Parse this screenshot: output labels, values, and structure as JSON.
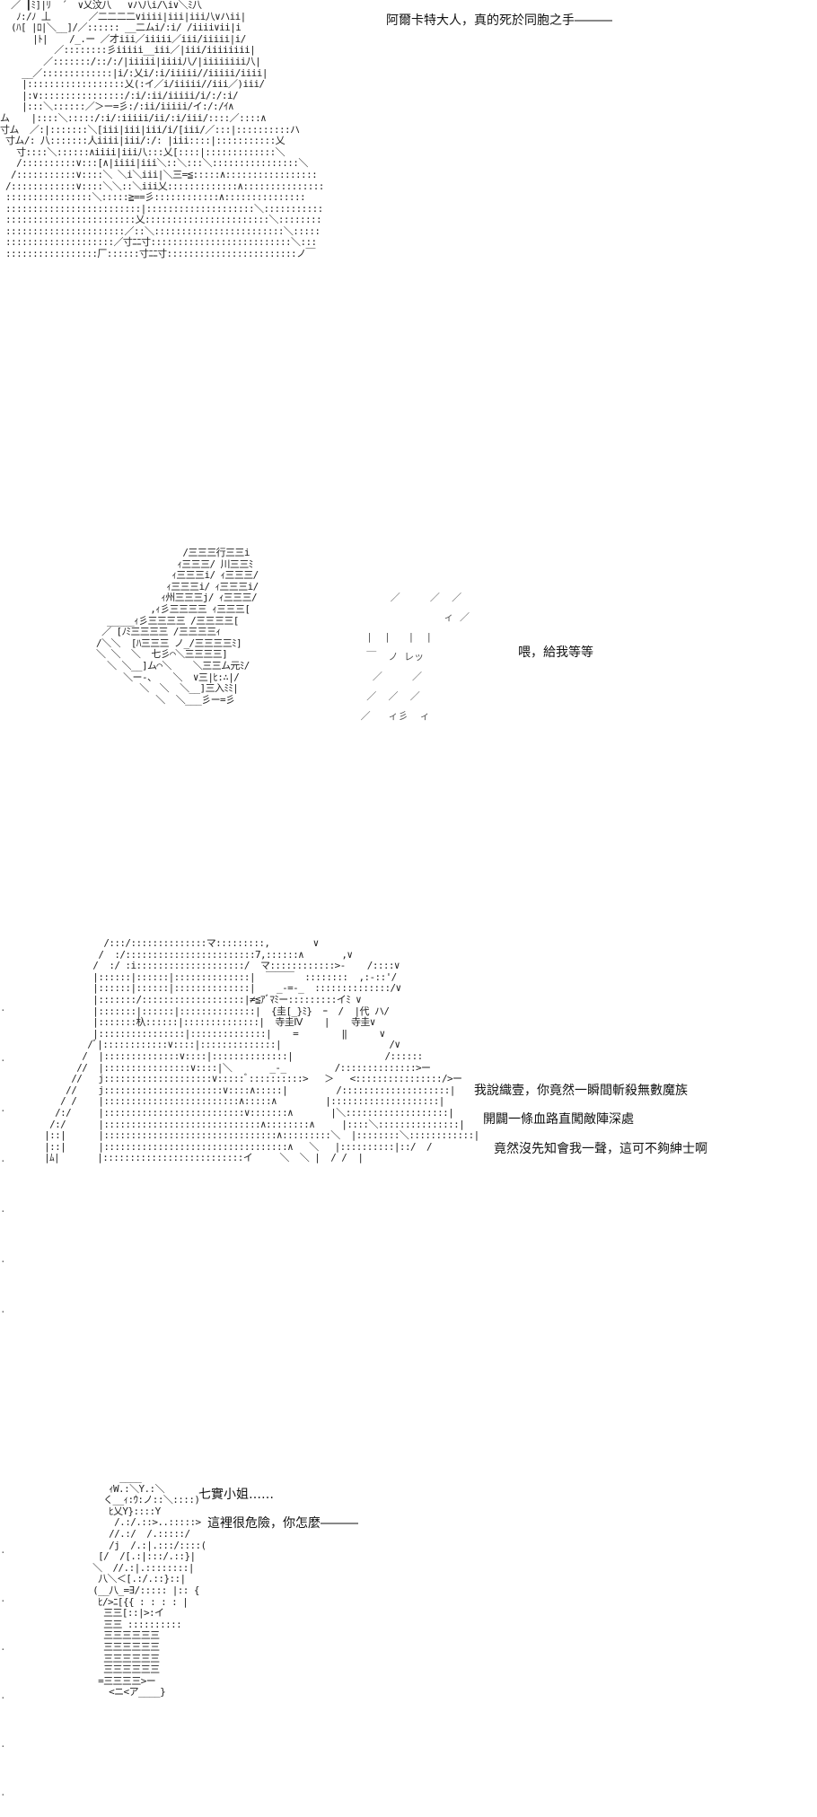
{
  "panels": [
    {
      "art": "  ／ ┃ﾐ]|ﾘ  ´  ∨乂汶八   ∨ハ八i/\\i∨＼ﾐ八\n   ﾉ:/ﾉ 丄       ／二二二二∨iiii|iii|iii八∨ハii|\n  (ﾊ[ |ﾛ|＼__]/／:::::: __二ムi/:i/ /iiii∨ii|i\n      |ﾄ|    /_.ー ／才iii／iiiii／iii/iiiii|i/\n          ／::::::::彡iiiii__iii／|iii/iiiiiiii|\n        ／:::::::/::/:/|iiiii|iiii八/|iiiiiiii八|\n    __／:::::::::::::|i/:乂i/:i/iiiii//iiiii/iiii|\n    |::::::::::::::::::乂(:イ／i/iiiii//iii／)iii/\n    |:∨::::::::::::::::/:i/:ii/iiiii/i/:/:i/\n    |:::＼::::::／＞ー=彡:/:ii/iiiii/イ:/:/ｲ∧\nム    |::::＼:::::/:i/:iiiii/ii/:i/iii/::::／::::∧\n寸ム  ／:|:::::::＼[iii|iii|iii/i/[iii/／:::|::::::::::ハ\n 寸ム/: 八:::::::人iiii|iii/:/: |iii::::|:::::::::::乂\n   寸::::＼::::::∧iiii|iii八:::乂[::::|:::::::::::::＼\n   /::::::::::∨:::[∧|iiii|iii＼::＼:::＼::::::::::::::::＼\n  /:::::::::::∨::::＼ ＼i＼iii|＼三=≦:::::∧:::::::::::::::::\n /::::::::::::∨::::＼＼::＼iii乂:::::::::::::∧:::::::::::::::\n ::::::::::::::::＼:::::≧==彡::::::::::::∧:::::::::::::::\n :::::::::::::::::::::::::|::::::::::::::::::::＼:::::::::::\n ::::::::::::::::::::::::乂:::::::::::::::::::::::＼::::::::\n ::::::::::::::::::::::／::＼::::::::::::::::::::::::＼:::::\n ::::::::::::::::::::／寸ﾆﾆ寸::::::::::::::::::::::::::＼:::\n :::::::::::::::::厂::::::寸ﾆﾆ寸::::::::::::::::::::::::ノ￣",
      "lines": [
        "阿爾卡特大人，真的死於同胞之手―――"
      ]
    },
    {
      "art": "                  /三三三行三三i\n                 ｨ三三三/ 川三三ﾐ\n                ｨ三三三i/ ｨ三三三/\n               ｨ三三三i/ ｨ三三三i/\n              ｨ州三三三j/ ｨ三三三/\n            ,ｨ彡三三三三 ｨ三三三[\n    _____ｨ彡三三三三 /三三三三[\n   ／ [ﾉﾐ三三三三 /三三三三ｨ\n  /＼＼  [ﾊ三三三 ノ_/三三三三ﾐ]\n  ＼ ＼  ＼  七彡⌒＼三三三三]\n    ＼ ＼__]ム⌒＼    ＼三三ム元ﾐ/\n       ＼ー-、   ＼  ∨三|ﾋ:∴|/\n          ＼  ＼  ＼__]三入ﾐﾐ|\n             ＼  ＼___彡ー=彡",
      "side": "      ／     ／  ／\n               ィ ／\n  |  |   |  |\n  ￣  ノ レッ\n   ／     ／\n  ／  ／  ／\n ／   ィ彡  ィ",
      "lines": [
        "喂，給我等等"
      ]
    },
    {
      "art": "               /:::/::::::::::::::マ:::::::::,        ∨\n              /  :/::::::::::::::::::::::::7,::::::∧       ,∨\n             /  :/ :i::::::::::::::::::::/  マ::::::::::::>-    /::::∨\n             |::::::|::::::|::::::::::::::|  ￣￣￣  ::::::::  ,:-::'/\n             |::::::|::::::|::::::::::::::|    _-=-_  ::::::::::::::/∨\n             |:::::::/:::::::::::::::::::|≠≦ｱﾞﾏﾐー:::::::::イﾐ ∨\n             |:::::::|::::::|::::::::::::::|  {圭[_}ﾐ}  ｰ  /  |代 ハ/\n             |:::::::杁::::::|::::::::::::::|  寺圭Ⅳ    |    寺圭∨\n             |::::::::::::::::|::::::::::::::|    =        ‖      ∨\n            /ﾞ|::::::::::::∨::::|::::::::::::::|                    /∨\n           /  |::::::::::::::∨::::|::::::::::::::|                 /::::::\n          //  |::::::::::::::::∨::::|＼       _-_         /::::::::::::::>ー\n         //   j::::::::::::::::::::∨:::::ﾞ::::::::::>   ＞   <::::::::::::::::/>ー\n        //    j::::::::::::::::::::::∨::::∧:::::|         /::::::::::::::::::::|\n       / /    |:::::::::::::::::::::::::∧:::::∧         |::::::::::::::::::::|\n      /:/     |::::::::::::::::::::::::::∨:::::::∧       |＼:::::::::::::::::::|\n     /:/      |:::::::::::::::::::::::::::::∧::::::::∧     |::::＼:::::::::::::::|\n    |::|      |::::::::::::::::::::::::::::::::∧:::::::::＼  |::::::::＼::::::::::::|\n    |::|      |::::::::::::::::::::::::::::::::::∧   ＼   |::::::::::|::/  /\n    |ﾑ|       |::::::::::::::::::::::::::イ     ＼  ＼ |  / /  |",
      "lines": [
        "我說織壹，你竟然一瞬間斬殺無數魔族",
        "開闢一條血路直闖敵陣深處",
        "竟然沒先知會我一聲，這可不夠紳士啊"
      ]
    },
    {
      "art": "        ____\n      ｨW.:＼Y.:＼\n     く__ｨ:ｳ:ノ::＼::::)\n      ﾋ乂Y}::::Y\n       /.:/.::>..:::::>\n      //.:/  /.:::::/\n      /j  /.:|.:::/::::(\n    [/  /[.:|:::/.::}|\n   ＼  //.:|.::::::::|\n    八＼＜[.:/.::}::|\n   (__八_=∃/::::: |:: {\n    ﾋ/>ﾆ[{{ : : : : |\n     三三[::|>:イ\n     三三 ::::::::::\n     三三三三三三\n     三三三三三三\n     三三三三三三\n     三三三三三三\n    =三三三三>ー\n      <ニ<ア____}",
      "lines": [
        "七實小姐……",
        "這裡很危險，你怎麼―――"
      ]
    }
  ]
}
